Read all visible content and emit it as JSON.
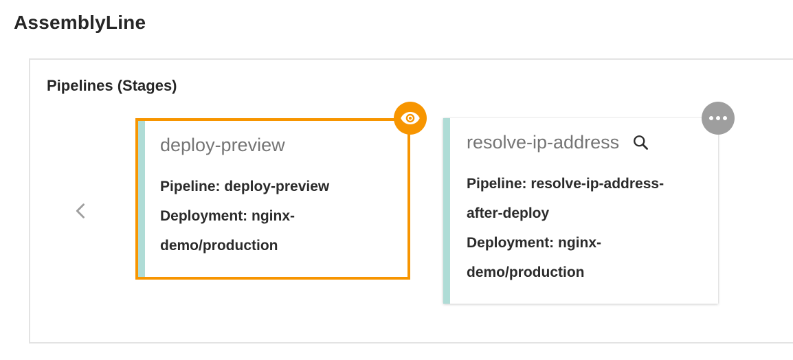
{
  "page": {
    "title": "AssemblyLine"
  },
  "panel": {
    "title": "Pipelines (Stages)"
  },
  "carousel": {
    "prev_icon": "chevron-left",
    "cards": [
      {
        "title": "deploy-preview",
        "pipeline": "Pipeline: deploy-preview",
        "deployment": "Deployment: nginx-demo/production",
        "state": "selected",
        "badge_icon": "eye-visibility",
        "highlight_color": "#F79500",
        "accent_color": "#AFDCD6"
      },
      {
        "title": "resolve-ip-address",
        "title_icon": "search-magnifier",
        "pipeline": "Pipeline: resolve-ip-address-after-deploy",
        "deployment": "Deployment: nginx-demo/production",
        "state": "default",
        "badge_icon": "more-options-ellipsis",
        "badge_color": "#9E9E9E",
        "accent_color": "#AFDCD6"
      }
    ]
  },
  "colors": {
    "selection_orange": "#F79500",
    "accent_teal": "#AFDCD6",
    "badge_gray": "#9E9E9E",
    "panel_border": "#E3E3E3",
    "title_gray": "#757575",
    "text_dark": "#2B2B2B"
  }
}
